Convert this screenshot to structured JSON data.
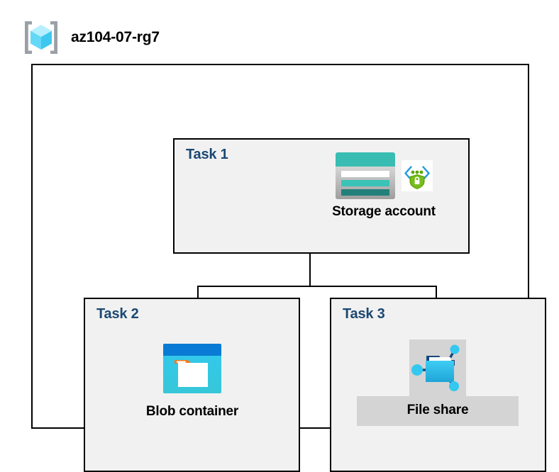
{
  "header": {
    "icon": "resource-group-cube-icon",
    "title": "az104-07-rg7"
  },
  "diagram": {
    "container_name": "resource-group-container",
    "tasks": [
      {
        "id": "task-1",
        "label": "Task 1",
        "node": {
          "caption": "Storage account",
          "icons": [
            "storage-account-icon",
            "secure-endpoint-icon"
          ],
          "highlighted": false
        }
      },
      {
        "id": "task-2",
        "label": "Task 2",
        "node": {
          "caption": "Blob container",
          "icons": [
            "blob-container-icon"
          ],
          "highlighted": false
        }
      },
      {
        "id": "task-3",
        "label": "Task 3",
        "node": {
          "caption": "File share",
          "icons": [
            "file-share-icon"
          ],
          "highlighted": true
        }
      }
    ],
    "connections": [
      {
        "from": "Storage account",
        "to": "Blob container"
      },
      {
        "from": "Storage account",
        "to": "File share"
      }
    ]
  },
  "colors": {
    "task_label": "#1b4872",
    "task_box_fill": "#f1f1f1",
    "page_background": "#ffffff",
    "border": "#000000",
    "highlight": "#d4d4d4",
    "storage_teal": "#39b5ac",
    "blob_blue": "#0a7bd4",
    "blob_cyan": "#31c6ef",
    "fileshare_cyan": "#32c8f0",
    "shield_green": "#5ca700",
    "cube_cyan": "#9ae8fb"
  }
}
